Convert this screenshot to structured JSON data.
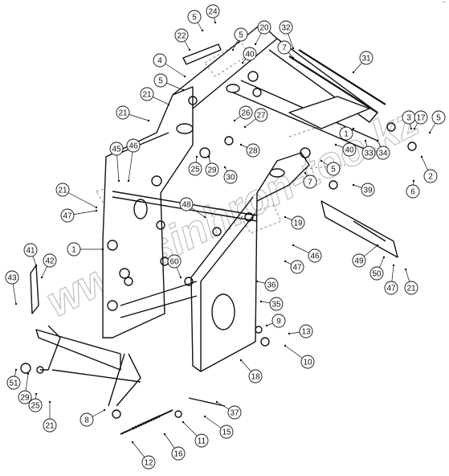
{
  "corner_mark": "⁻",
  "watermark": "www.sinhron-too.kz",
  "callouts": [
    "24",
    "5",
    "22",
    "5",
    "20",
    "32",
    "40",
    "4",
    "7",
    "31",
    "5",
    "21",
    "26",
    "27",
    "3",
    "17",
    "5",
    "21",
    "28",
    "1",
    "40",
    "33",
    "34",
    "45",
    "46",
    "25",
    "29",
    "30",
    "5",
    "2",
    "7",
    "6",
    "21",
    "39",
    "48",
    "47",
    "19",
    "41",
    "1",
    "46",
    "42",
    "60",
    "47",
    "49",
    "43",
    "36",
    "50",
    "47",
    "21",
    "35",
    "9",
    "13",
    "10",
    "18",
    "51",
    "29",
    "25",
    "21",
    "8",
    "37",
    "11",
    "15",
    "16",
    "12"
  ]
}
